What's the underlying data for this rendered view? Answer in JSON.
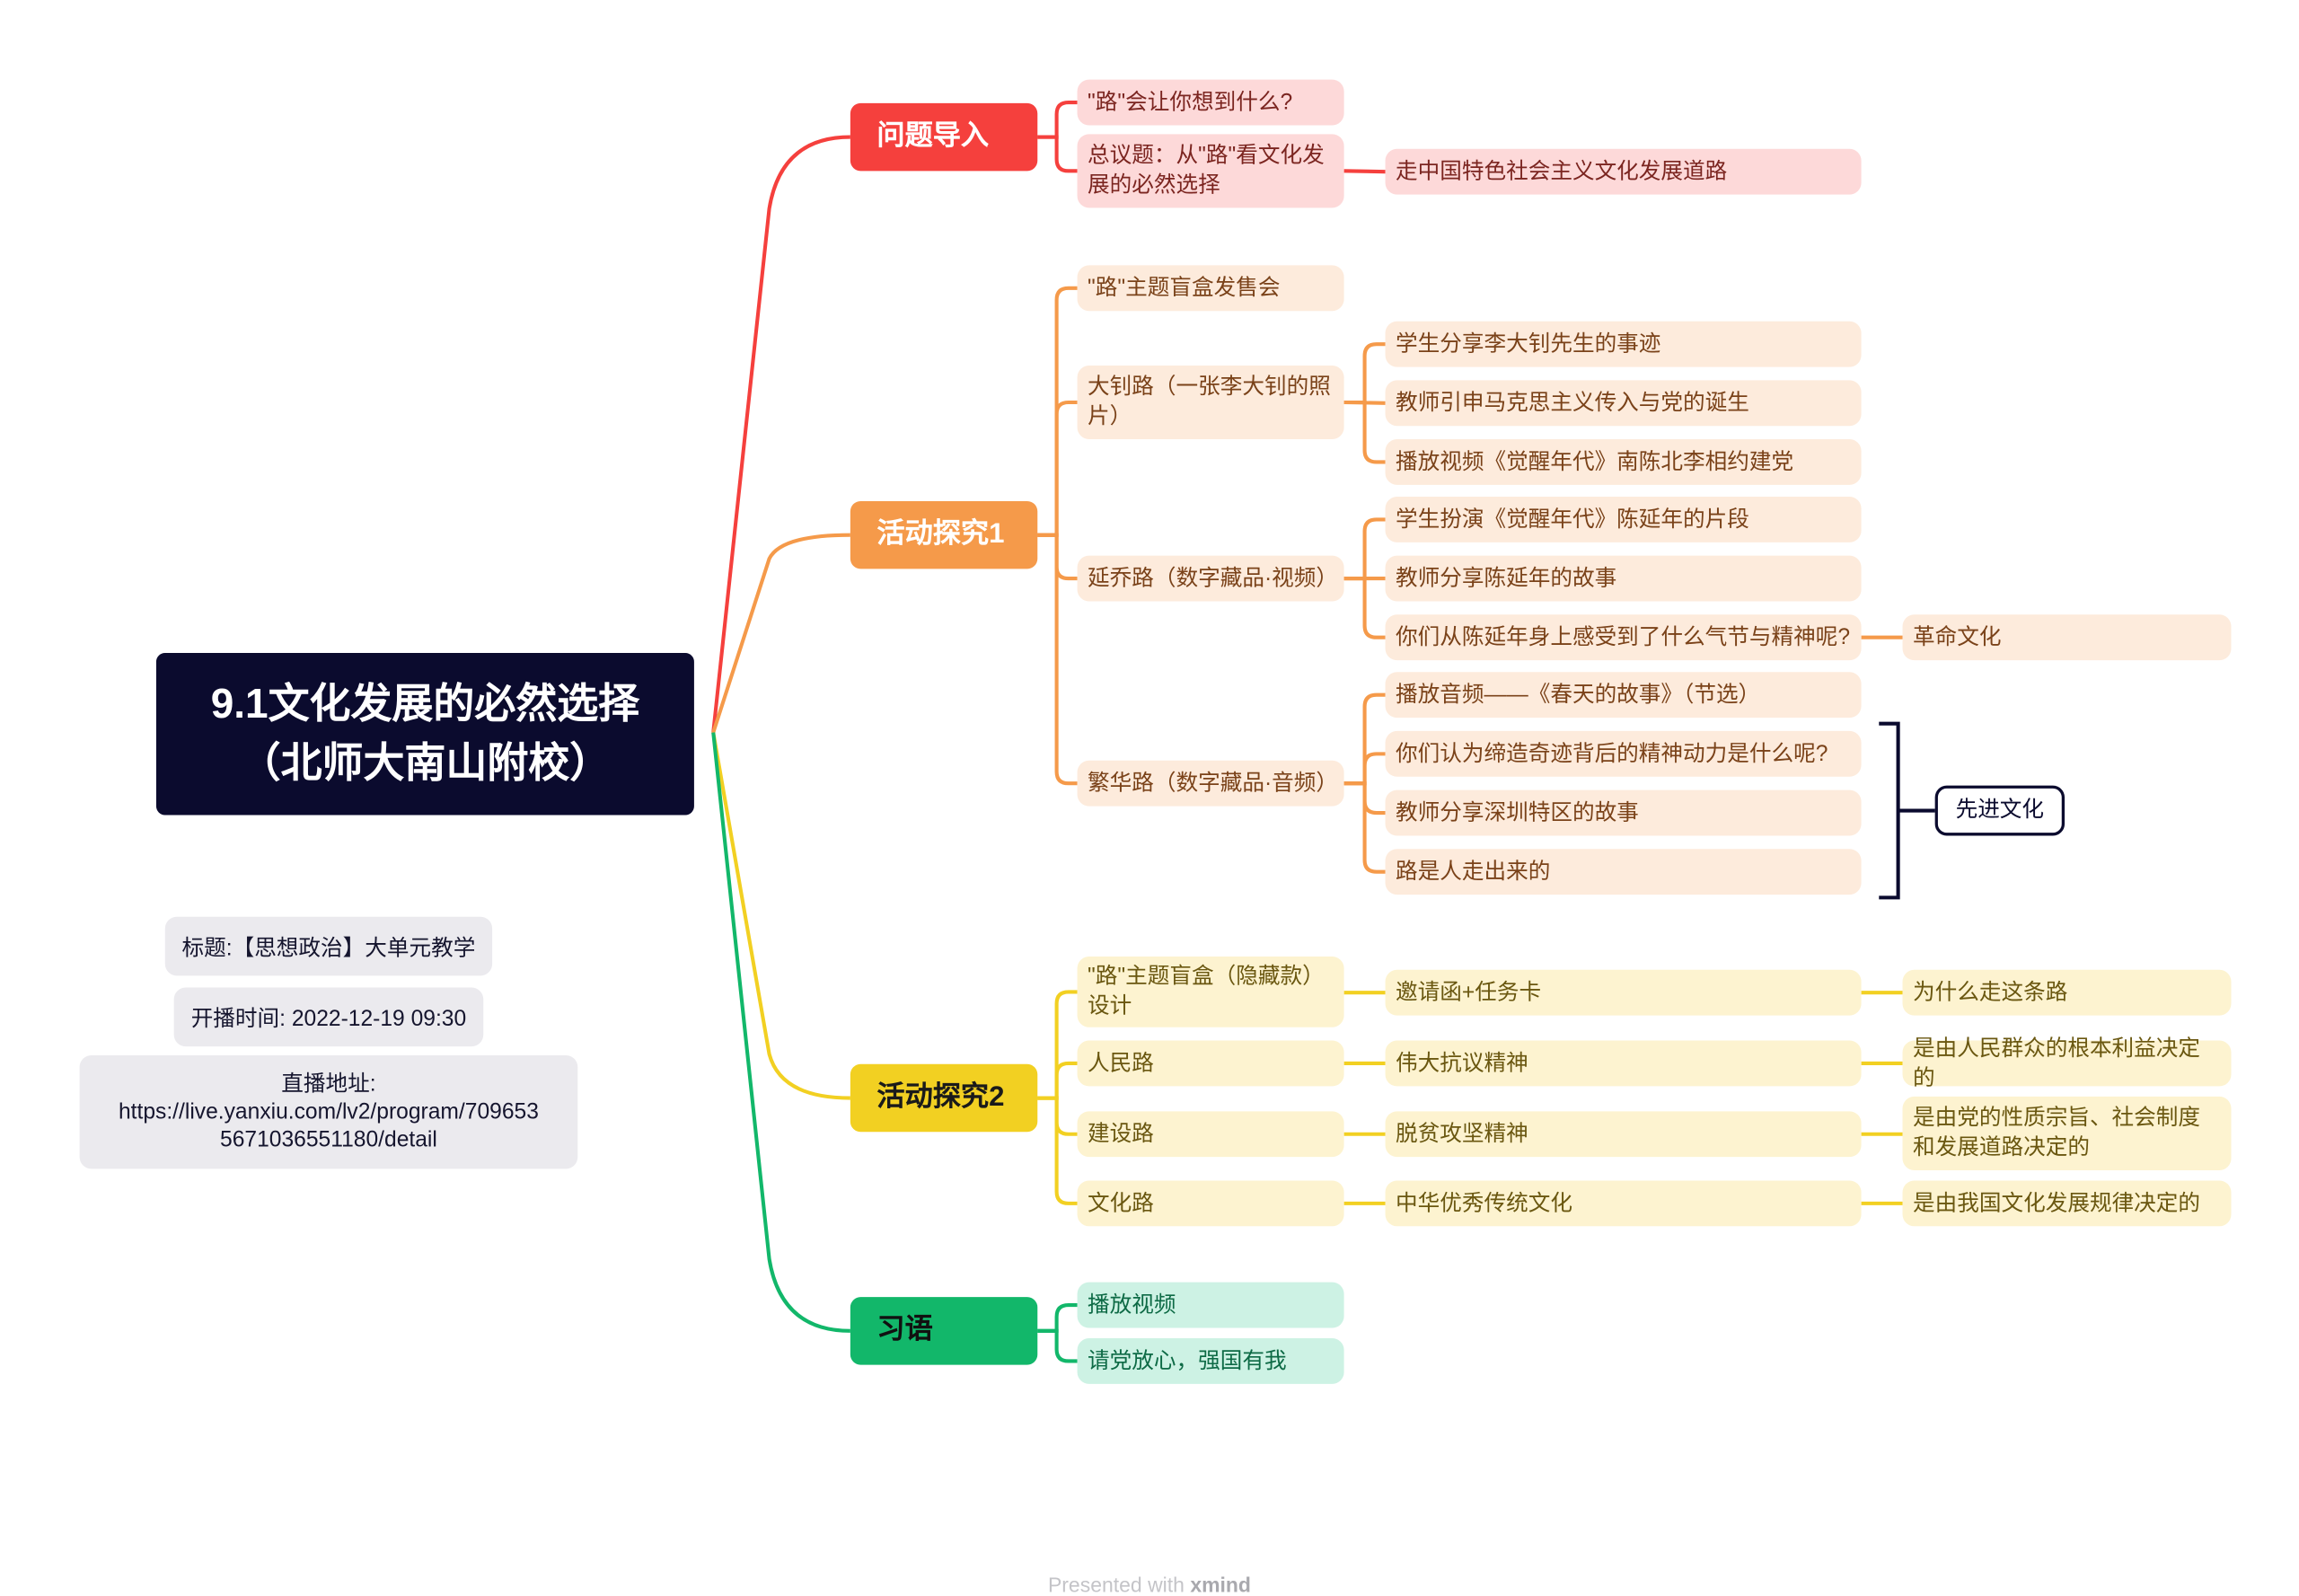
{
  "root": {
    "line1": "9.1文化发展的必然选择",
    "line2": "（北师大南山附校）"
  },
  "info": {
    "title": "标题:【思想政治】大单元教学",
    "time": "开播时间: 2022-12-19 09:30",
    "url_label": "直播地址:",
    "url_line1": "https://live.yanxiu.com/lv2/program/709653",
    "url_line2": "5671036551180/detail"
  },
  "colors": {
    "red": "#f5403d",
    "orange": "#f59a4a",
    "yellow": "#f2d022",
    "green": "#12b76a",
    "root": "#0b0b2e"
  },
  "branches": [
    {
      "label": "问题导入",
      "children": [
        {
          "label": "\"路\"会让你想到什么?"
        },
        {
          "label": "总议题：从\"路\"看文化发展的必然选择",
          "children": [
            "走中国特色社会主义文化发展道路"
          ]
        }
      ]
    },
    {
      "label": "活动探究1",
      "children": [
        {
          "label": "\"路\"主题盲盒发售会"
        },
        {
          "label": "大钊路（一张李大钊的照片）",
          "children": [
            "学生分享李大钊先生的事迹",
            "教师引申马克思主义传入与党的诞生",
            "播放视频《觉醒年代》南陈北李相约建党"
          ]
        },
        {
          "label": "延乔路（数字藏品·视频）",
          "children": [
            "学生扮演《觉醒年代》陈延年的片段",
            "教师分享陈延年的故事",
            "你们从陈延年身上感受到了什么气节与精神呢?"
          ],
          "leaf": "革命文化"
        },
        {
          "label": "繁华路（数字藏品·音频）",
          "children": [
            "播放音频——《春天的故事》（节选）",
            "你们认为缔造奇迹背后的精神动力是什么呢?",
            "教师分享深圳特区的故事",
            "路是人走出来的"
          ],
          "summary": "先进文化"
        }
      ]
    },
    {
      "label": "活动探究2",
      "children": [
        {
          "label": "\"路\"主题盲盒（隐藏款）设计",
          "child": "邀请函+任务卡",
          "leaf": "为什么走这条路"
        },
        {
          "label": "人民路",
          "child": "伟大抗议精神",
          "leaf": "是由人民群众的根本利益决定的"
        },
        {
          "label": "建设路",
          "child": "脱贫攻坚精神",
          "leaf": "是由党的性质宗旨、社会制度和发展道路决定的"
        },
        {
          "label": "文化路",
          "child": "中华优秀传统文化",
          "leaf": "是由我国文化发展规律决定的"
        }
      ]
    },
    {
      "label": "习语",
      "children": [
        {
          "label": "播放视频"
        },
        {
          "label": "请党放心，强国有我"
        }
      ]
    }
  ],
  "footer": {
    "prefix": "Presented with ",
    "brand": "xmind"
  }
}
